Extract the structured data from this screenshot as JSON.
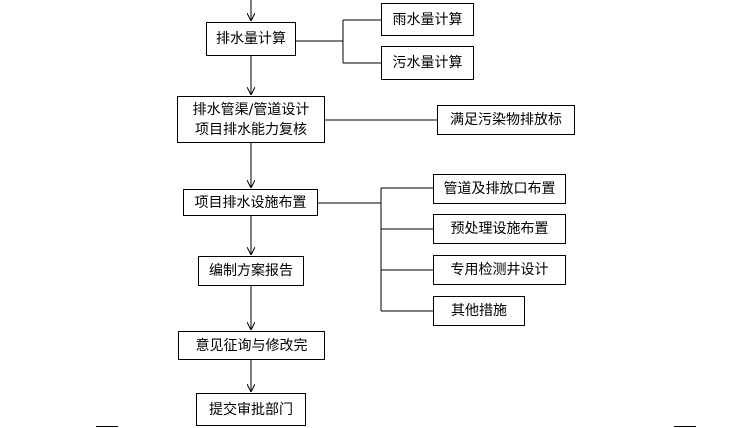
{
  "nodes": {
    "drainage_calc": "排水量计算",
    "rain_calc": "雨水量计算",
    "sewage_calc": "污水量计算",
    "pipe_design_line1": "排水管渠/管道设计",
    "pipe_design_line2": "项目排水能力复核",
    "pollutant_standard": "满足污染物排放标",
    "facility_layout": "项目排水设施布置",
    "outlet_layout": "管道及排放口布置",
    "pretreatment_layout": "预处理设施布置",
    "inspection_well": "专用检测井设计",
    "other_measures": "其他措施",
    "scheme_report": "编制方案报告",
    "consultation": "意见征询与修改完",
    "submit_approval": "提交审批部门"
  }
}
